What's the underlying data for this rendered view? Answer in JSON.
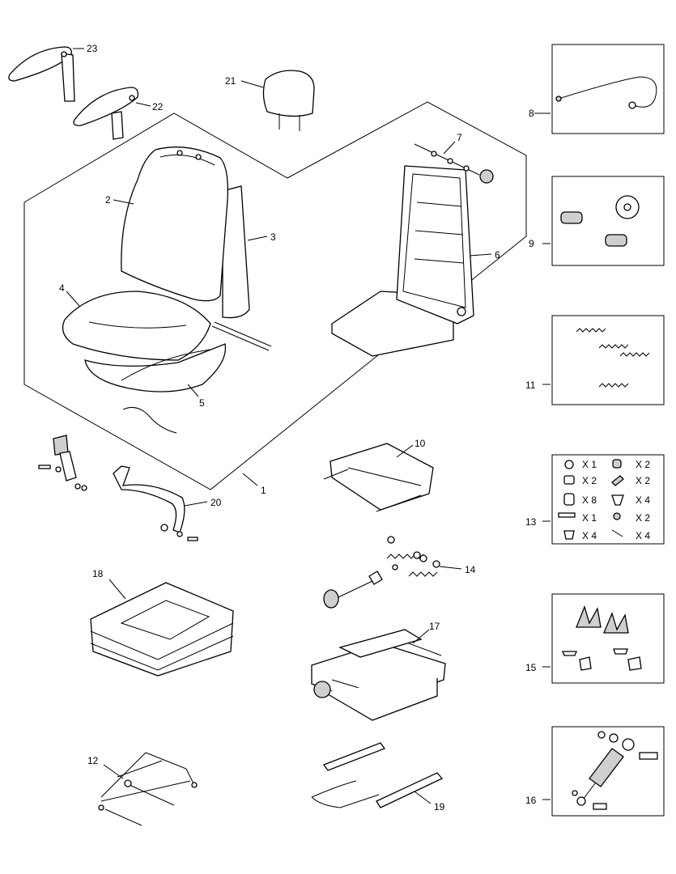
{
  "callouts": {
    "c1": "1",
    "c2": "2",
    "c3": "3",
    "c4": "4",
    "c5": "5",
    "c6": "6",
    "c7": "7",
    "c8": "8",
    "c9": "9",
    "c10": "10",
    "c11": "11",
    "c12": "12",
    "c13": "13",
    "c14": "14",
    "c15": "15",
    "c16": "16",
    "c17": "17",
    "c18": "18",
    "c19": "19",
    "c20": "20",
    "c21": "21",
    "c22": "22",
    "c23": "23"
  },
  "kit13": {
    "q1": "X 1",
    "q2": "X 2",
    "q3": "X 2",
    "q4": "X 2",
    "q5": "X 8",
    "q6": "X 4",
    "q7": "X 1",
    "q8": "X 2",
    "q9": "X 4",
    "q10": "X 4"
  }
}
